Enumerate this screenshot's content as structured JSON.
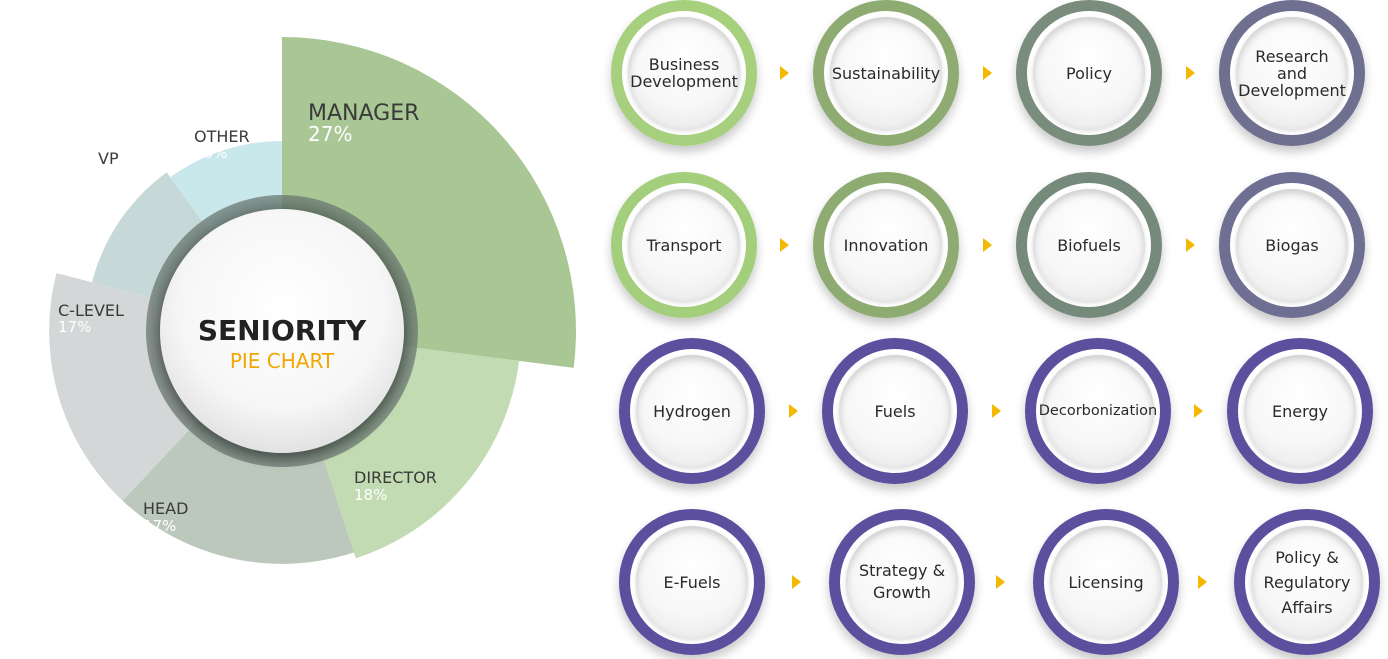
{
  "colors": {
    "accent": "#f4b800",
    "ring_row1": [
      "#a6cf7e",
      "#8eac72",
      "#7a8c7c",
      "#6f6f90"
    ],
    "ring_row2": [
      "#a3cf7c",
      "#8eac72",
      "#768a7c",
      "#6e6f92"
    ],
    "ring_purple": "#5b4f9e"
  },
  "chart_data": {
    "type": "pie",
    "title": "SENIORITY",
    "subtitle": "PIE CHART",
    "slices": [
      {
        "label": "MANAGER",
        "value": 27,
        "value_label": "27%",
        "color": "#a9c795"
      },
      {
        "label": "DIRECTOR",
        "value": 18,
        "value_label": "18%",
        "color": "#c2dbb2"
      },
      {
        "label": "HEAD",
        "value": 17,
        "value_label": "17%",
        "color": "#bcc8bc"
      },
      {
        "label": "C-LEVEL",
        "value": 17,
        "value_label": "17%",
        "color": "#d4d7d7"
      },
      {
        "label": "VP",
        "value": 11,
        "value_label": "11%",
        "color": "#c6d8d8"
      },
      {
        "label": "OTHER",
        "value": 10,
        "value_label": "10%",
        "color": "#c9e8ec"
      }
    ]
  },
  "topics": [
    {
      "label": "Business\nDevelopment"
    },
    {
      "label": "Sustainability"
    },
    {
      "label": "Policy"
    },
    {
      "label": "Research and\nDevelopment"
    },
    {
      "label": "Transport"
    },
    {
      "label": "Innovation"
    },
    {
      "label": "Biofuels"
    },
    {
      "label": "Biogas"
    },
    {
      "label": "Hydrogen"
    },
    {
      "label": "Fuels"
    },
    {
      "label": "Decorbonization"
    },
    {
      "label": "Energy"
    },
    {
      "label": "E-Fuels"
    },
    {
      "label": "Strategy &\nGrowth"
    },
    {
      "label": "Licensing"
    },
    {
      "label": "Policy &\nRegulatory\nAffairs"
    }
  ]
}
